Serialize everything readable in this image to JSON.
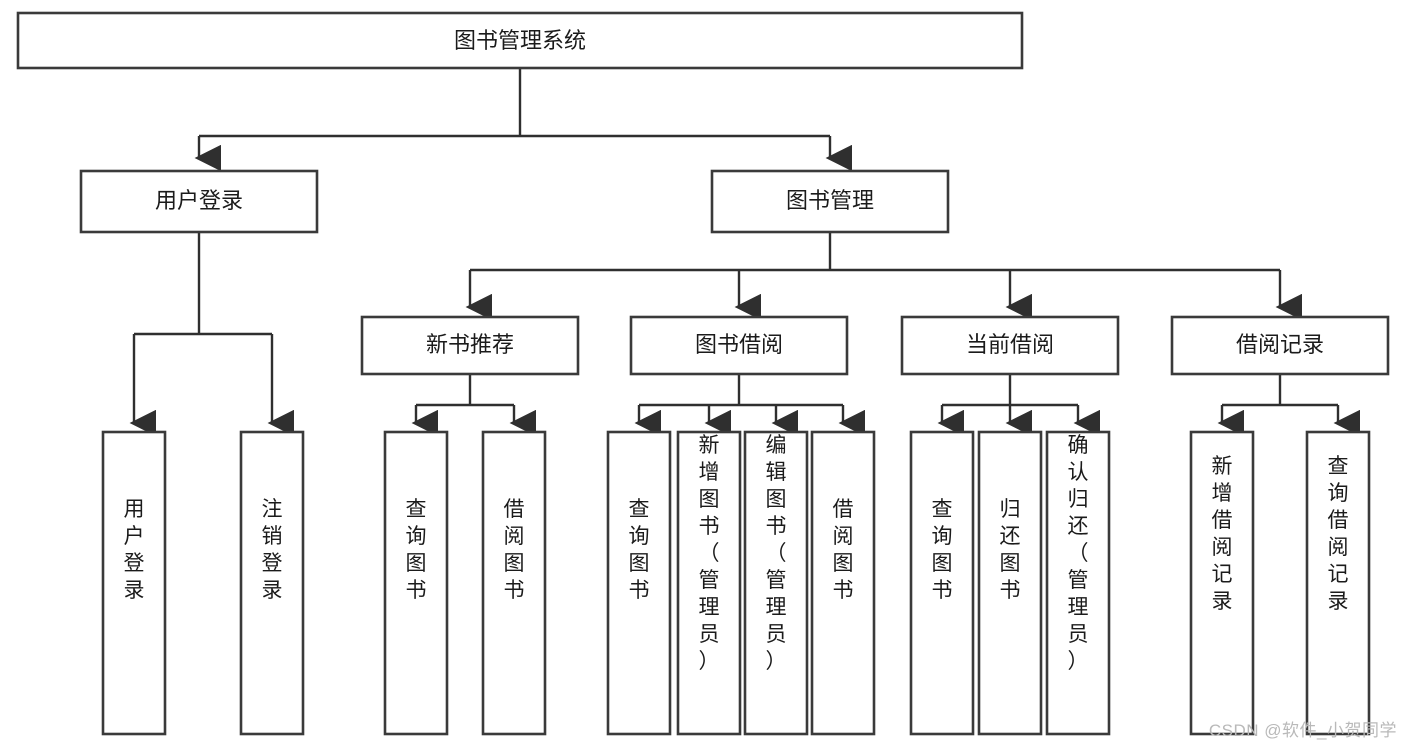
{
  "diagram": {
    "type": "tree",
    "title": "图书管理系统",
    "orientation": "top-down",
    "colors": {
      "box_fill": "#ffffff",
      "box_stroke": "#3a3a3a",
      "line": "#2f2f2f",
      "text": "#1b1b1b",
      "watermark": "#b9b9b9"
    },
    "levels": [
      {
        "level": 1,
        "nodes": [
          {
            "id": "root",
            "label": "图书管理系统",
            "orientation": "horizontal"
          }
        ]
      },
      {
        "level": 2,
        "nodes": [
          {
            "id": "login",
            "label": "用户登录",
            "orientation": "horizontal",
            "parent": "root"
          },
          {
            "id": "bookmgmt",
            "label": "图书管理",
            "orientation": "horizontal",
            "parent": "root"
          }
        ]
      },
      {
        "level": 3,
        "nodes": [
          {
            "id": "newbook",
            "label": "新书推荐",
            "orientation": "horizontal",
            "parent": "bookmgmt"
          },
          {
            "id": "borrow",
            "label": "图书借阅",
            "orientation": "horizontal",
            "parent": "bookmgmt"
          },
          {
            "id": "current",
            "label": "当前借阅",
            "orientation": "horizontal",
            "parent": "bookmgmt"
          },
          {
            "id": "records",
            "label": "借阅记录",
            "orientation": "horizontal",
            "parent": "bookmgmt"
          }
        ]
      },
      {
        "level": 4,
        "nodes": [
          {
            "id": "leaf1",
            "label": "用户登录",
            "orientation": "vertical",
            "parent": "login"
          },
          {
            "id": "leaf2",
            "label": "注销登录",
            "orientation": "vertical",
            "parent": "login"
          },
          {
            "id": "leaf3",
            "label": "查询图书",
            "orientation": "vertical",
            "parent": "newbook"
          },
          {
            "id": "leaf4",
            "label": "借阅图书",
            "orientation": "vertical",
            "parent": "newbook"
          },
          {
            "id": "leaf5",
            "label": "查询图书",
            "orientation": "vertical",
            "parent": "borrow"
          },
          {
            "id": "leaf6",
            "label": "新增图书（管理员）",
            "orientation": "vertical",
            "parent": "borrow"
          },
          {
            "id": "leaf7",
            "label": "编辑图书（管理员）",
            "orientation": "vertical",
            "parent": "borrow"
          },
          {
            "id": "leaf8",
            "label": "借阅图书",
            "orientation": "vertical",
            "parent": "borrow"
          },
          {
            "id": "leaf9",
            "label": "查询图书",
            "orientation": "vertical",
            "parent": "current"
          },
          {
            "id": "leaf10",
            "label": "归还图书",
            "orientation": "vertical",
            "parent": "current"
          },
          {
            "id": "leaf11",
            "label": "确认归还（管理员）",
            "orientation": "vertical",
            "parent": "current"
          },
          {
            "id": "leaf12",
            "label": "新增借阅记录",
            "orientation": "vertical",
            "parent": "records"
          },
          {
            "id": "leaf13",
            "label": "查询借阅记录",
            "orientation": "vertical",
            "parent": "records"
          }
        ]
      }
    ]
  },
  "watermark": {
    "text": "CSDN @软件_小贺同学"
  }
}
